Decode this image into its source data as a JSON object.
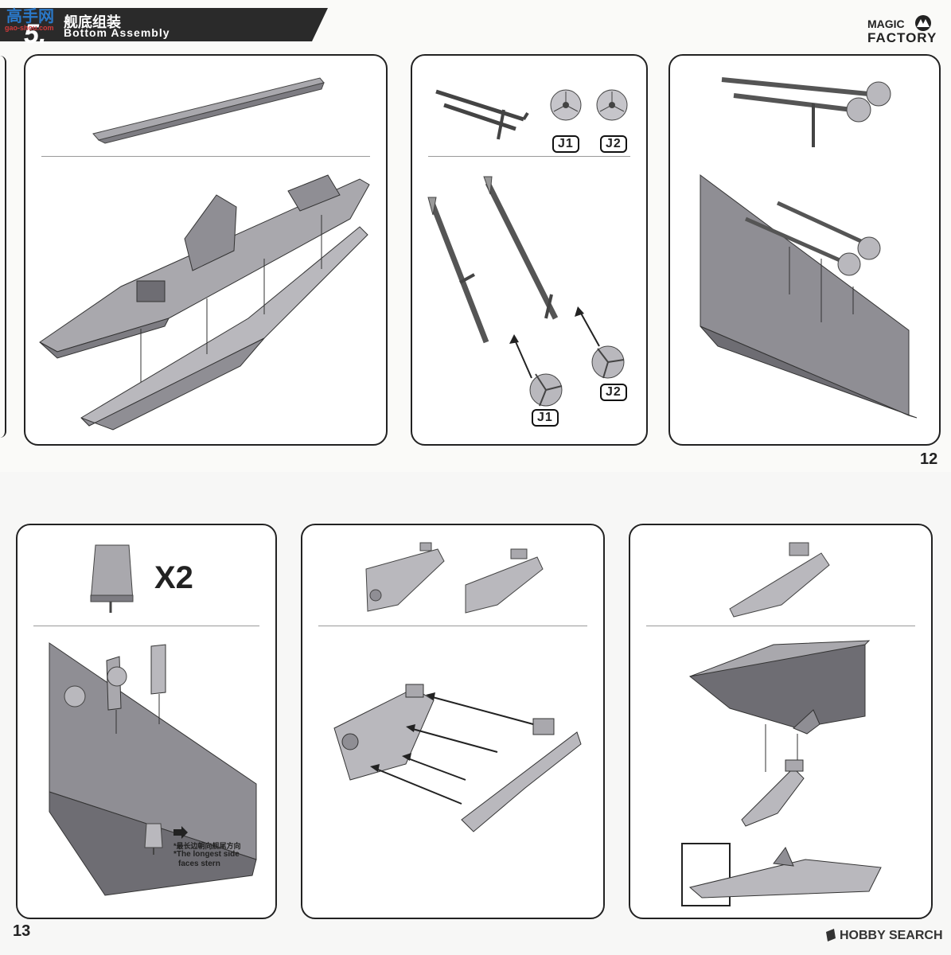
{
  "header": {
    "step_number": "5.",
    "title_cn": "舰底组装",
    "title_en": "Bottom Assembly"
  },
  "brand": {
    "line1": "MAGIC",
    "line2": "FACTORY"
  },
  "watermark": {
    "site_cn": "高手网",
    "site_url": "gao-shou.com"
  },
  "parts": {
    "propeller_left": "J1",
    "propeller_right": "J2"
  },
  "rudder_step": {
    "multiplier": "X2",
    "note_cn": "*最长边朝向舰尾方向",
    "note_en_line1": "*The longest side",
    "note_en_line2": "faces stern"
  },
  "page_numbers": {
    "top": "12",
    "bottom": "13"
  },
  "footer": {
    "source": "HOBBY SEARCH"
  },
  "colors": {
    "accent": "#222222",
    "part_gray": "#a9a8ad",
    "part_dark": "#7d7c82"
  }
}
